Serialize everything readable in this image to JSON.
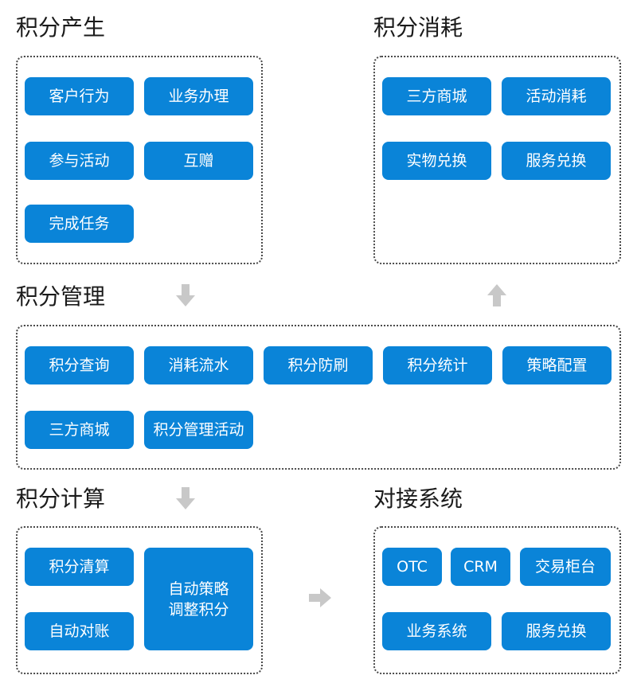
{
  "sections": {
    "generate": {
      "title": "积分产生",
      "items": [
        "客户行为",
        "业务办理",
        "参与活动",
        "互赠",
        "完成任务"
      ]
    },
    "consume": {
      "title": "积分消耗",
      "items": [
        "三方商城",
        "活动消耗",
        "实物兑换",
        "服务兑换"
      ]
    },
    "manage": {
      "title": "积分管理",
      "items": [
        "积分查询",
        "消耗流水",
        "积分防刷",
        "积分统计",
        "策略配置",
        "三方商城",
        "积分管理活动"
      ]
    },
    "calc": {
      "title": "积分计算",
      "items": [
        "积分清算",
        "自动对账",
        "自动策略调整积分"
      ]
    },
    "connect": {
      "title": "对接系统",
      "items": [
        "OTC",
        "CRM",
        "交易柜台",
        "业务系统",
        "服务兑换"
      ]
    }
  },
  "colors": {
    "button": "#0a84d8",
    "arrow": "#c8c8c8",
    "border": "#4a4a4a"
  },
  "icons": [
    "arrow-down-icon",
    "arrow-up-icon",
    "arrow-down-icon",
    "arrow-right-icon"
  ]
}
